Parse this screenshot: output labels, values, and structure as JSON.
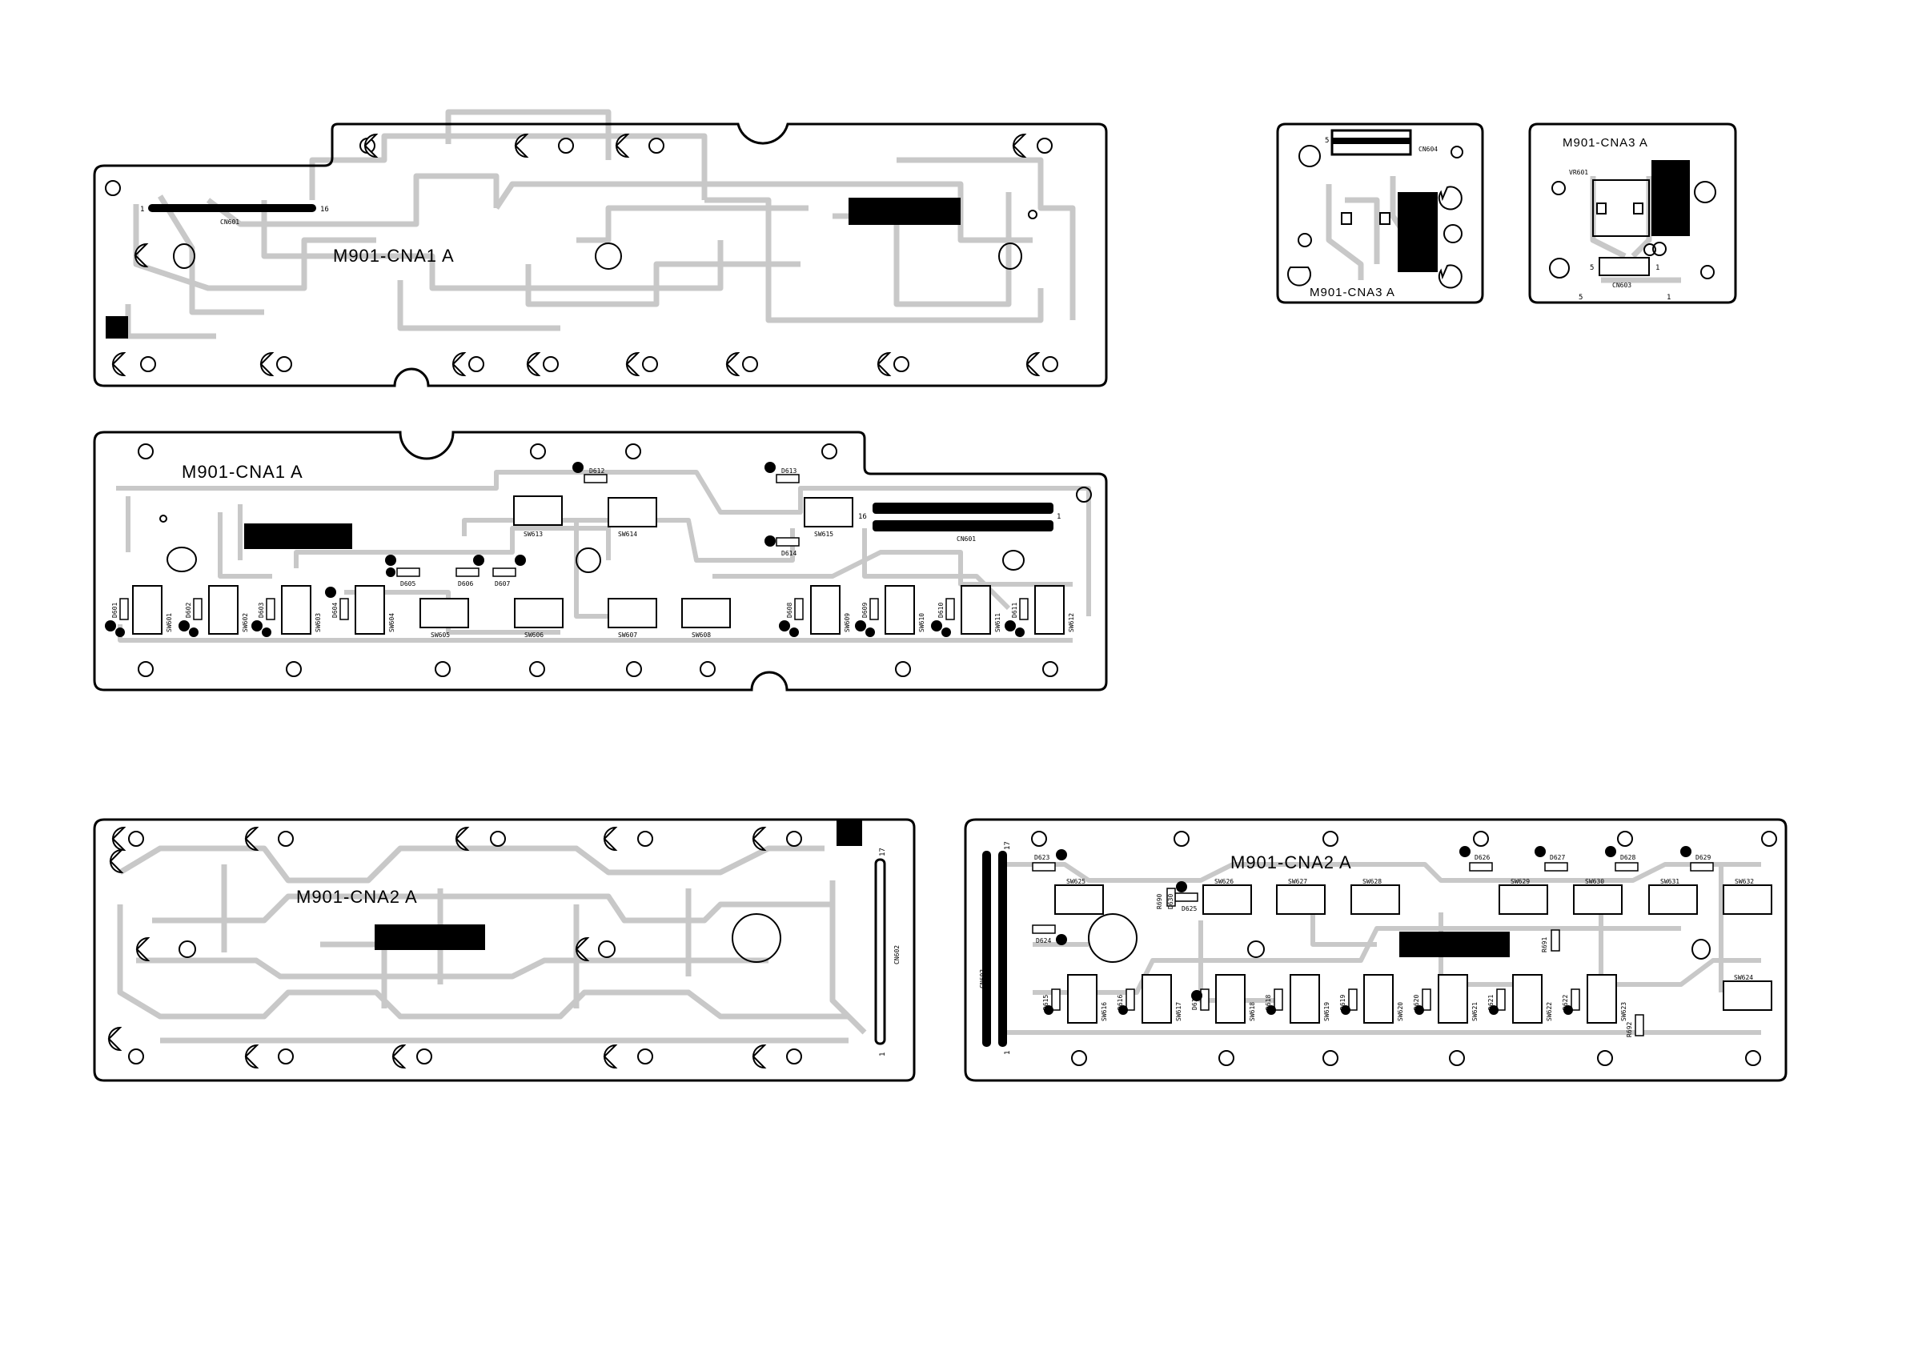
{
  "colors": {
    "outline": "#000000",
    "trace": "#c8c8c8",
    "pad": "#000000",
    "background": "#ffffff"
  },
  "boards": {
    "cna1_top": {
      "title": "M901-CNA1 A",
      "connector": "CN601",
      "pin_first": "1",
      "pin_last": "16"
    },
    "cna1_bottom": {
      "title": "M901-CNA1 A",
      "connector": "CN601",
      "pin_first": "1",
      "pin_last": "16",
      "switches": [
        "SW613",
        "SW614",
        "SW615",
        "SW605",
        "SW606",
        "SW607",
        "SW608",
        "SW601",
        "SW602",
        "SW603",
        "SW604",
        "SW609",
        "SW610",
        "SW611",
        "SW612"
      ],
      "leds": [
        "D612",
        "D613",
        "D614",
        "D605",
        "D606",
        "D607",
        "D601",
        "D602",
        "D603",
        "D604",
        "D608",
        "D609",
        "D610",
        "D611"
      ]
    },
    "cna2_left": {
      "title": "M901-CNA2 A",
      "connector": "CN602",
      "pin_first": "1",
      "pin_last": "17"
    },
    "cna2_right": {
      "title": "M901-CNA2 A",
      "connector": "CN602",
      "pin_first": "1",
      "pin_last": "17",
      "switches": [
        "SW625",
        "SW626",
        "SW627",
        "SW628",
        "SW629",
        "SW630",
        "SW631",
        "SW632",
        "SW616",
        "SW617",
        "SW618",
        "SW619",
        "SW620",
        "SW621",
        "SW622",
        "SW623",
        "SW624"
      ],
      "leds": [
        "D623",
        "D624",
        "D625",
        "D626",
        "D627",
        "D628",
        "D629",
        "D615",
        "D616",
        "D617",
        "D618",
        "D619",
        "D620",
        "D621",
        "D622"
      ],
      "resistors": [
        "R690",
        "R691",
        "R692"
      ],
      "diode": "D630"
    },
    "cna3_left": {
      "title": "M901-CNA3 A",
      "connector": "CN604",
      "pin": "5"
    },
    "cna3_right": {
      "title": "M901-CNA3 A",
      "connector": "CN603",
      "pot": "VR601",
      "pins": [
        "5",
        "1",
        "5",
        "1"
      ]
    }
  }
}
